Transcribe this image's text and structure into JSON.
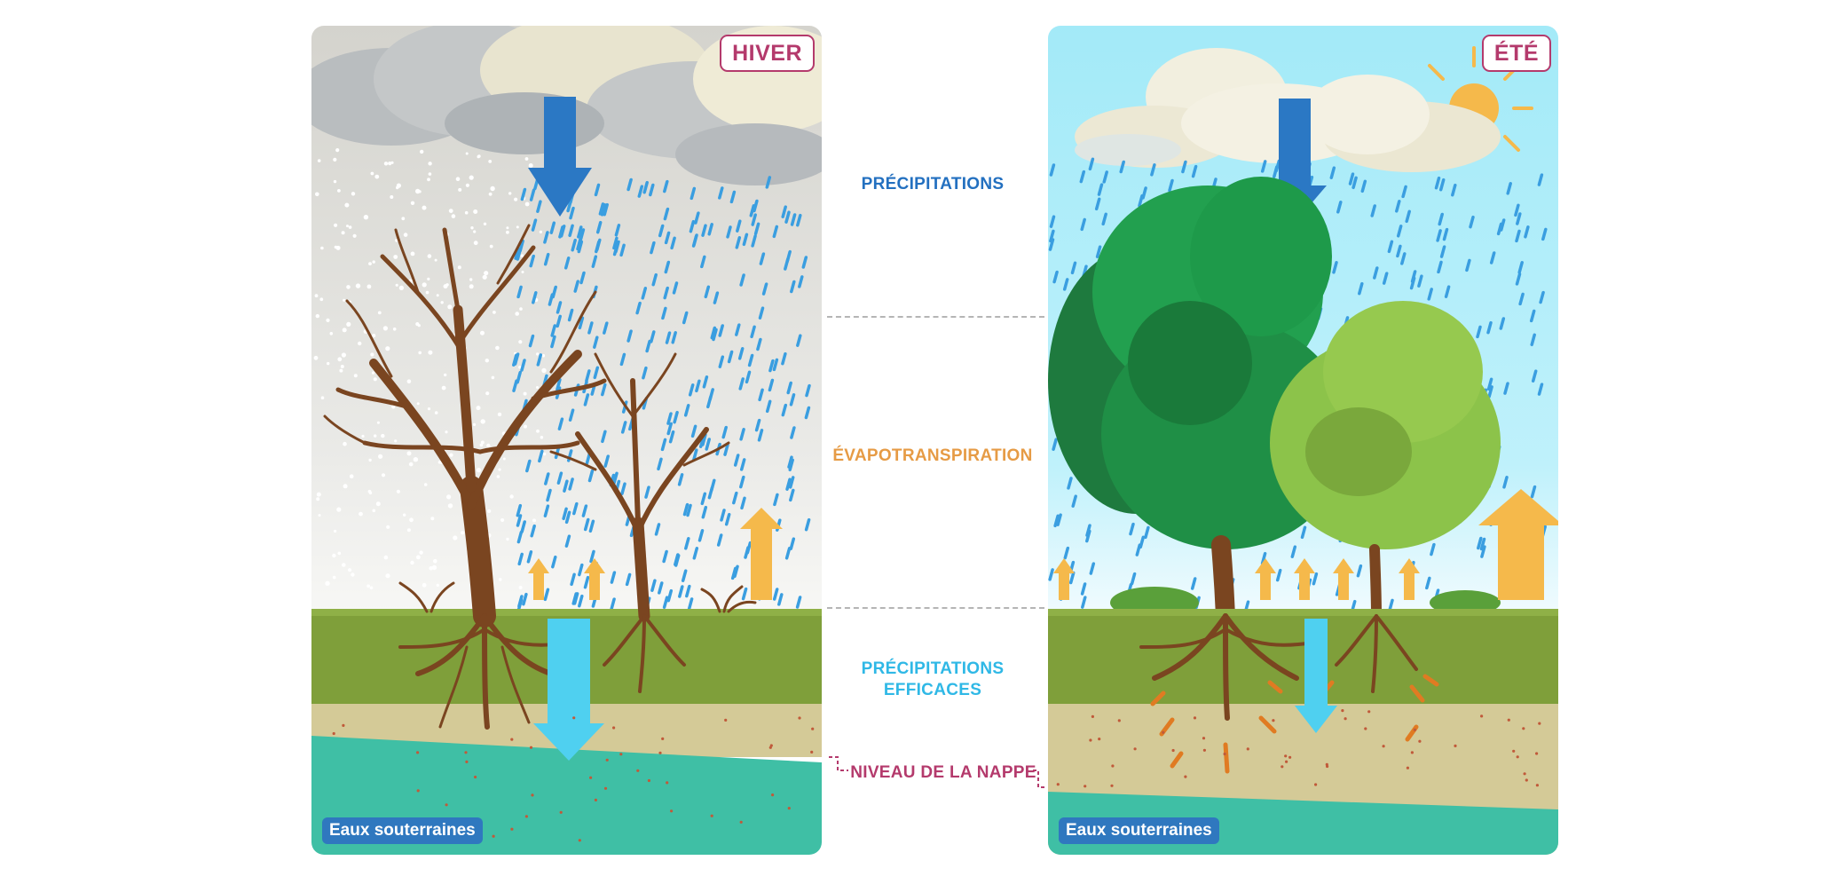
{
  "panels": {
    "winter": {
      "season_label": "HIVER",
      "groundwater_label": "Eaux souterraines",
      "sky_color": "#d9d9d6",
      "canopy_state": "bare branches"
    },
    "summer": {
      "season_label": "ÉTÉ",
      "groundwater_label": "Eaux souterraines",
      "sky_color": "#a3eaf8",
      "canopy_state": "full green foliage"
    }
  },
  "labels": {
    "precipitation": "PRÉCIPITATIONS",
    "evapotranspiration": "ÉVAPOTRANSPIRATION",
    "effective_precipitation_line1": "PRÉCIPITATIONS",
    "effective_precipitation_line2": "EFFICACES",
    "water_table": "NIVEAU DE LA NAPPE"
  },
  "colors": {
    "precipitation": "#2370c0",
    "evapotranspiration": "#f5b94b",
    "effective_precipitation": "#4fd0f0",
    "water_table": "#b43a6c",
    "grass": "#7f9f3a",
    "soil": "#d4ca97",
    "groundwater": "#3fbfa5",
    "trunk": "#7a4520"
  },
  "icons": [
    "cloud-icon",
    "sun-icon",
    "rain-icon",
    "snow-icon",
    "tree-icon",
    "arrow-down-icon",
    "arrow-up-icon"
  ]
}
